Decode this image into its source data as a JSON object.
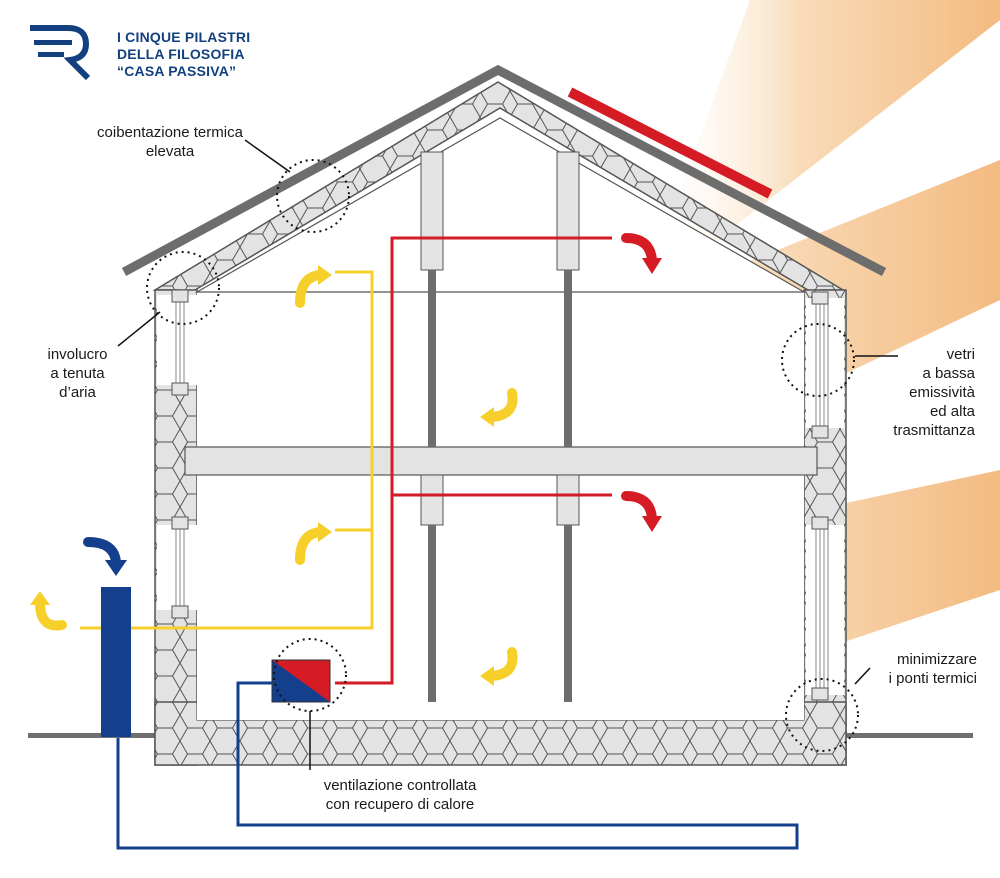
{
  "title": {
    "line1": "I CINQUE PILASTRI",
    "line2": "DELLA FILOSOFIA",
    "line3": "“CASA PASSIVA”"
  },
  "labels": {
    "insulation": [
      "coibentazione termica",
      "elevata"
    ],
    "airtight": [
      "involucro",
      "a tenuta",
      "d’aria"
    ],
    "windows": [
      "vetri",
      "a bassa",
      "emissività",
      "ed alta",
      "trasmittanza"
    ],
    "bridges": [
      "minimizzare",
      "i ponti termici"
    ],
    "ventilation": [
      "ventilazione controllata",
      "con recupero di calore"
    ]
  },
  "colors": {
    "brand": "#13417f",
    "warm_air": "#d51b24",
    "fresh_air": "#f7cf2b",
    "exhaust": "#143f8c",
    "roof": "#6d6d6d",
    "insulation_fill": "#e3e3e3",
    "sun_glow": "#f3b77a"
  },
  "icons": {
    "logo": "stylized-R-logo-icon",
    "arrows": "curved-arrow-icon"
  }
}
